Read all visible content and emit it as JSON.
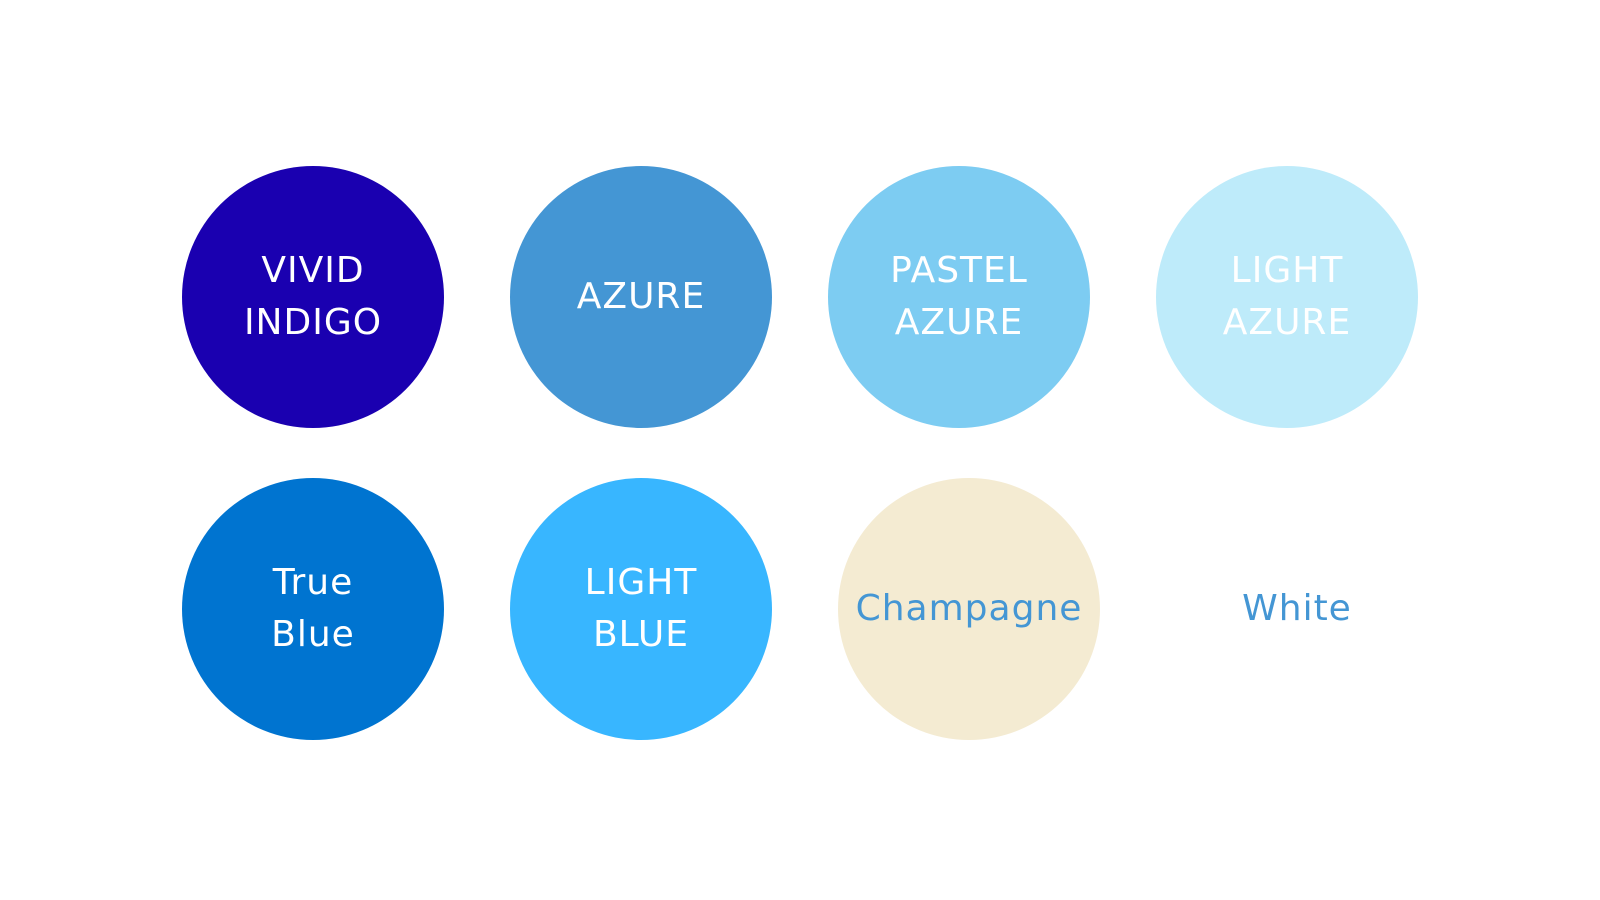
{
  "swatches": [
    {
      "lines": [
        "VIVID",
        "INDIGO"
      ],
      "fill": "#1a00b0",
      "text_color": "#ffffff"
    },
    {
      "lines": [
        "AZURE"
      ],
      "fill": "#4496d4",
      "text_color": "#ffffff"
    },
    {
      "lines": [
        "PASTEL",
        "AZURE"
      ],
      "fill": "#7dccf2",
      "text_color": "#ffffff"
    },
    {
      "lines": [
        "LIGHT",
        "AZURE"
      ],
      "fill": "#beebfa",
      "text_color": "#ffffff"
    },
    {
      "lines": [
        "True",
        "Blue"
      ],
      "fill": "#0074d0",
      "text_color": "#ffffff"
    },
    {
      "lines": [
        "LIGHT",
        "BLUE"
      ],
      "fill": "#38b6ff",
      "text_color": "#ffffff"
    },
    {
      "lines": [
        "Champagne"
      ],
      "fill": "#f4ebd2",
      "text_color": "#4496d4"
    },
    {
      "lines": [
        "White"
      ],
      "fill": "#ffffff",
      "text_color": "#4496d4"
    }
  ]
}
